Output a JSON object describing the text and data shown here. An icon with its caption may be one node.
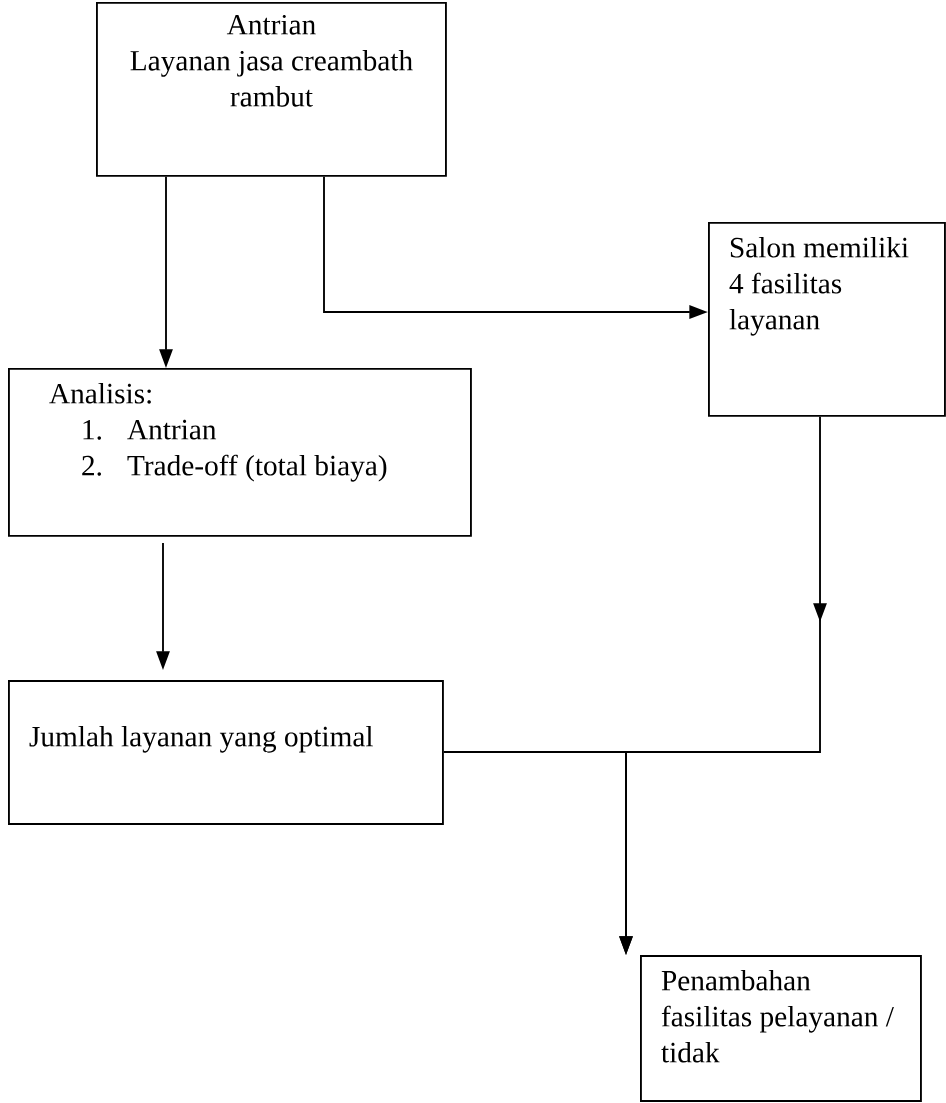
{
  "diagram": {
    "nodes": [
      {
        "text": [
          "Antrian",
          "Layanan jasa creambath rambut"
        ]
      },
      {
        "text": [
          "Salon memiliki 4 fasilitas layanan"
        ]
      },
      {
        "text": [
          "Analisis:",
          "1.",
          "Antrian",
          "2.",
          "Trade-off (total biaya)"
        ]
      },
      {
        "text": [
          "Jumlah layanan yang optimal"
        ]
      },
      {
        "text": [
          "Penambahan fasilitas pelayanan / tidak"
        ]
      }
    ],
    "edges": [
      {
        "from": 0,
        "to": 2,
        "arrow": "to"
      },
      {
        "from": 0,
        "to": 1,
        "arrow": "to"
      },
      {
        "from": 2,
        "to": 3,
        "arrow": "to"
      },
      {
        "from": 1,
        "to": 4,
        "arrow": "to"
      },
      {
        "from": 3,
        "to": 4,
        "arrow": "to"
      }
    ]
  }
}
